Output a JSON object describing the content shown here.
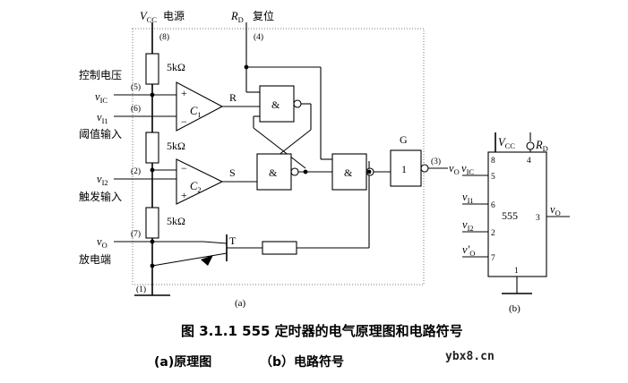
{
  "figure": {
    "caption": "图 3.1.1 555 定时器的电气原理图和电路符号",
    "subcaption_a": "(a)原理图",
    "subcaption_b": "（b）电路符号",
    "label_a": "(a)",
    "label_b": "(b)",
    "watermark": "ybx8.cn"
  },
  "schematic": {
    "top_supply": {
      "label": "电源",
      "symbol": "V",
      "symbol_sub": "CC",
      "pin": "(8)"
    },
    "top_reset": {
      "label": "复位",
      "symbol": "R",
      "symbol_sub": "D",
      "pin": "(4)"
    },
    "resistors": [
      {
        "name": "r1",
        "value": "5kΩ"
      },
      {
        "name": "r2",
        "value": "5kΩ"
      },
      {
        "name": "r3",
        "value": "5kΩ"
      }
    ],
    "inputs": [
      {
        "cn": "控制电压",
        "symbol": "v",
        "symbol_sub": "IC",
        "pin": "(5)"
      },
      {
        "cn": "阈值输入",
        "symbol": "v",
        "symbol_sub": "I1",
        "pin": "(6)"
      },
      {
        "cn": "触发输入",
        "symbol": "v",
        "symbol_sub": "I2",
        "pin": "(2)"
      },
      {
        "cn": "放电端",
        "symbol": "v",
        "symbol_sub": "O",
        "pin": "(7)"
      }
    ],
    "ground_pin": "(1)",
    "comparators": [
      {
        "name": "C",
        "sub": "1",
        "out": "R",
        "plus_top": true
      },
      {
        "name": "C",
        "sub": "2",
        "out": "S",
        "plus_top": false
      }
    ],
    "nand_symbol": "&",
    "inverter": {
      "name": "G",
      "symbol": "1"
    },
    "transistor": "T",
    "output": {
      "pin": "(3)",
      "symbol": "v",
      "symbol_sub": "O"
    }
  },
  "symbol_block": {
    "chip_label": "555",
    "top_supply": {
      "symbol": "V",
      "symbol_sub": "CC"
    },
    "top_reset": {
      "symbol": "R",
      "symbol_sub": "D"
    },
    "pins_left": [
      {
        "symbol": "v",
        "symbol_sub": "IC",
        "num": "5"
      },
      {
        "symbol": "v",
        "symbol_sub": "I1",
        "num": "6"
      },
      {
        "symbol": "v",
        "symbol_sub": "I2",
        "num": "2"
      },
      {
        "symbol": "v'",
        "symbol_sub": "O",
        "num": "7"
      }
    ],
    "pin_top_left": "8",
    "pin_top_right": "4",
    "pin_bottom": "1",
    "pin_right": {
      "num": "3",
      "symbol": "v",
      "symbol_sub": "O"
    }
  }
}
